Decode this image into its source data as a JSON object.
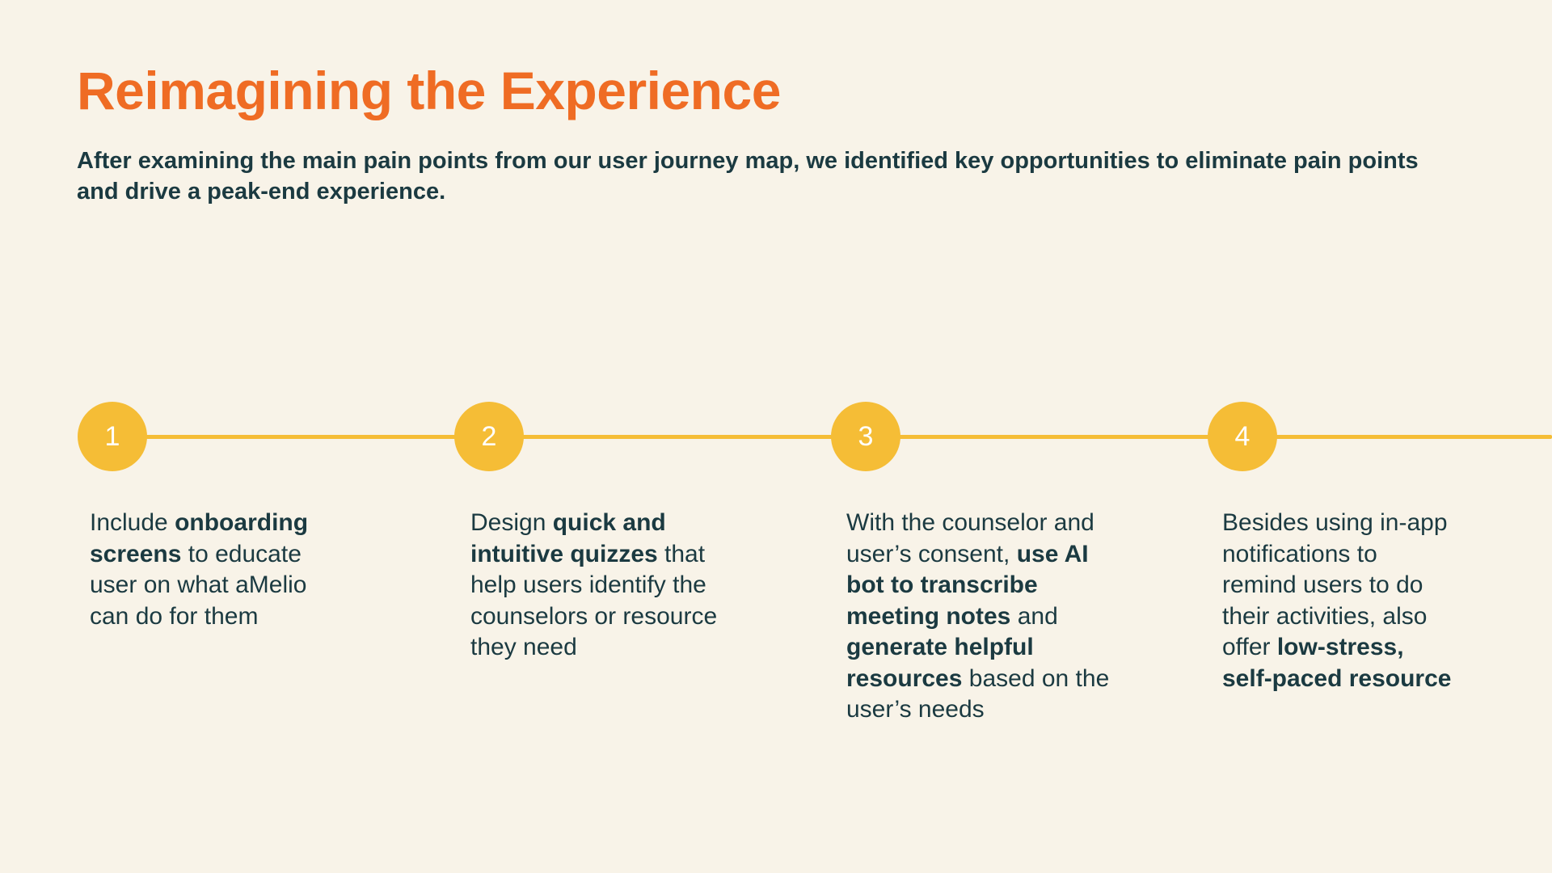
{
  "title": "Reimagining the Experience",
  "intro": "After examining the main pain points from our user journey map, we identified key opportunities to eliminate pain points and drive a peak-end experience.",
  "colors": {
    "background": "#f8f3e8",
    "title": "#ef6c24",
    "text": "#1b3a41",
    "accent": "#f5bd36"
  },
  "steps": [
    {
      "number": "1",
      "lines": [
        [
          {
            "t": "Include ",
            "b": false
          },
          {
            "t": "onboarding",
            "b": true
          }
        ],
        [
          {
            "t": "screens",
            "b": true
          },
          {
            "t": " to educate",
            "b": false
          }
        ],
        [
          {
            "t": "user on what aMelio",
            "b": false
          }
        ],
        [
          {
            "t": "can do for them",
            "b": false
          }
        ]
      ]
    },
    {
      "number": "2",
      "lines": [
        [
          {
            "t": "Design ",
            "b": false
          },
          {
            "t": "quick and",
            "b": true
          }
        ],
        [
          {
            "t": "intuitive quizzes",
            "b": true
          },
          {
            "t": " that",
            "b": false
          }
        ],
        [
          {
            "t": "help users identify the",
            "b": false
          }
        ],
        [
          {
            "t": "counselors or resource",
            "b": false
          }
        ],
        [
          {
            "t": "they need",
            "b": false
          }
        ]
      ]
    },
    {
      "number": "3",
      "lines": [
        [
          {
            "t": "With the counselor and",
            "b": false
          }
        ],
        [
          {
            "t": "user’s consent, ",
            "b": false
          },
          {
            "t": "use AI",
            "b": true
          }
        ],
        [
          {
            "t": "bot to transcribe",
            "b": true
          }
        ],
        [
          {
            "t": "meeting notes",
            "b": true
          },
          {
            "t": " and",
            "b": false
          }
        ],
        [
          {
            "t": "generate helpful",
            "b": true
          }
        ],
        [
          {
            "t": "resources",
            "b": true
          },
          {
            "t": " based on the",
            "b": false
          }
        ],
        [
          {
            "t": "user’s needs",
            "b": false
          }
        ]
      ]
    },
    {
      "number": "4",
      "lines": [
        [
          {
            "t": "Besides using in-app",
            "b": false
          }
        ],
        [
          {
            "t": "notifications to",
            "b": false
          }
        ],
        [
          {
            "t": "remind users to do",
            "b": false
          }
        ],
        [
          {
            "t": "their activities, also",
            "b": false
          }
        ],
        [
          {
            "t": "offer ",
            "b": false
          },
          {
            "t": "low-stress,",
            "b": true
          }
        ],
        [
          {
            "t": "self-paced resource",
            "b": true
          }
        ]
      ]
    }
  ]
}
